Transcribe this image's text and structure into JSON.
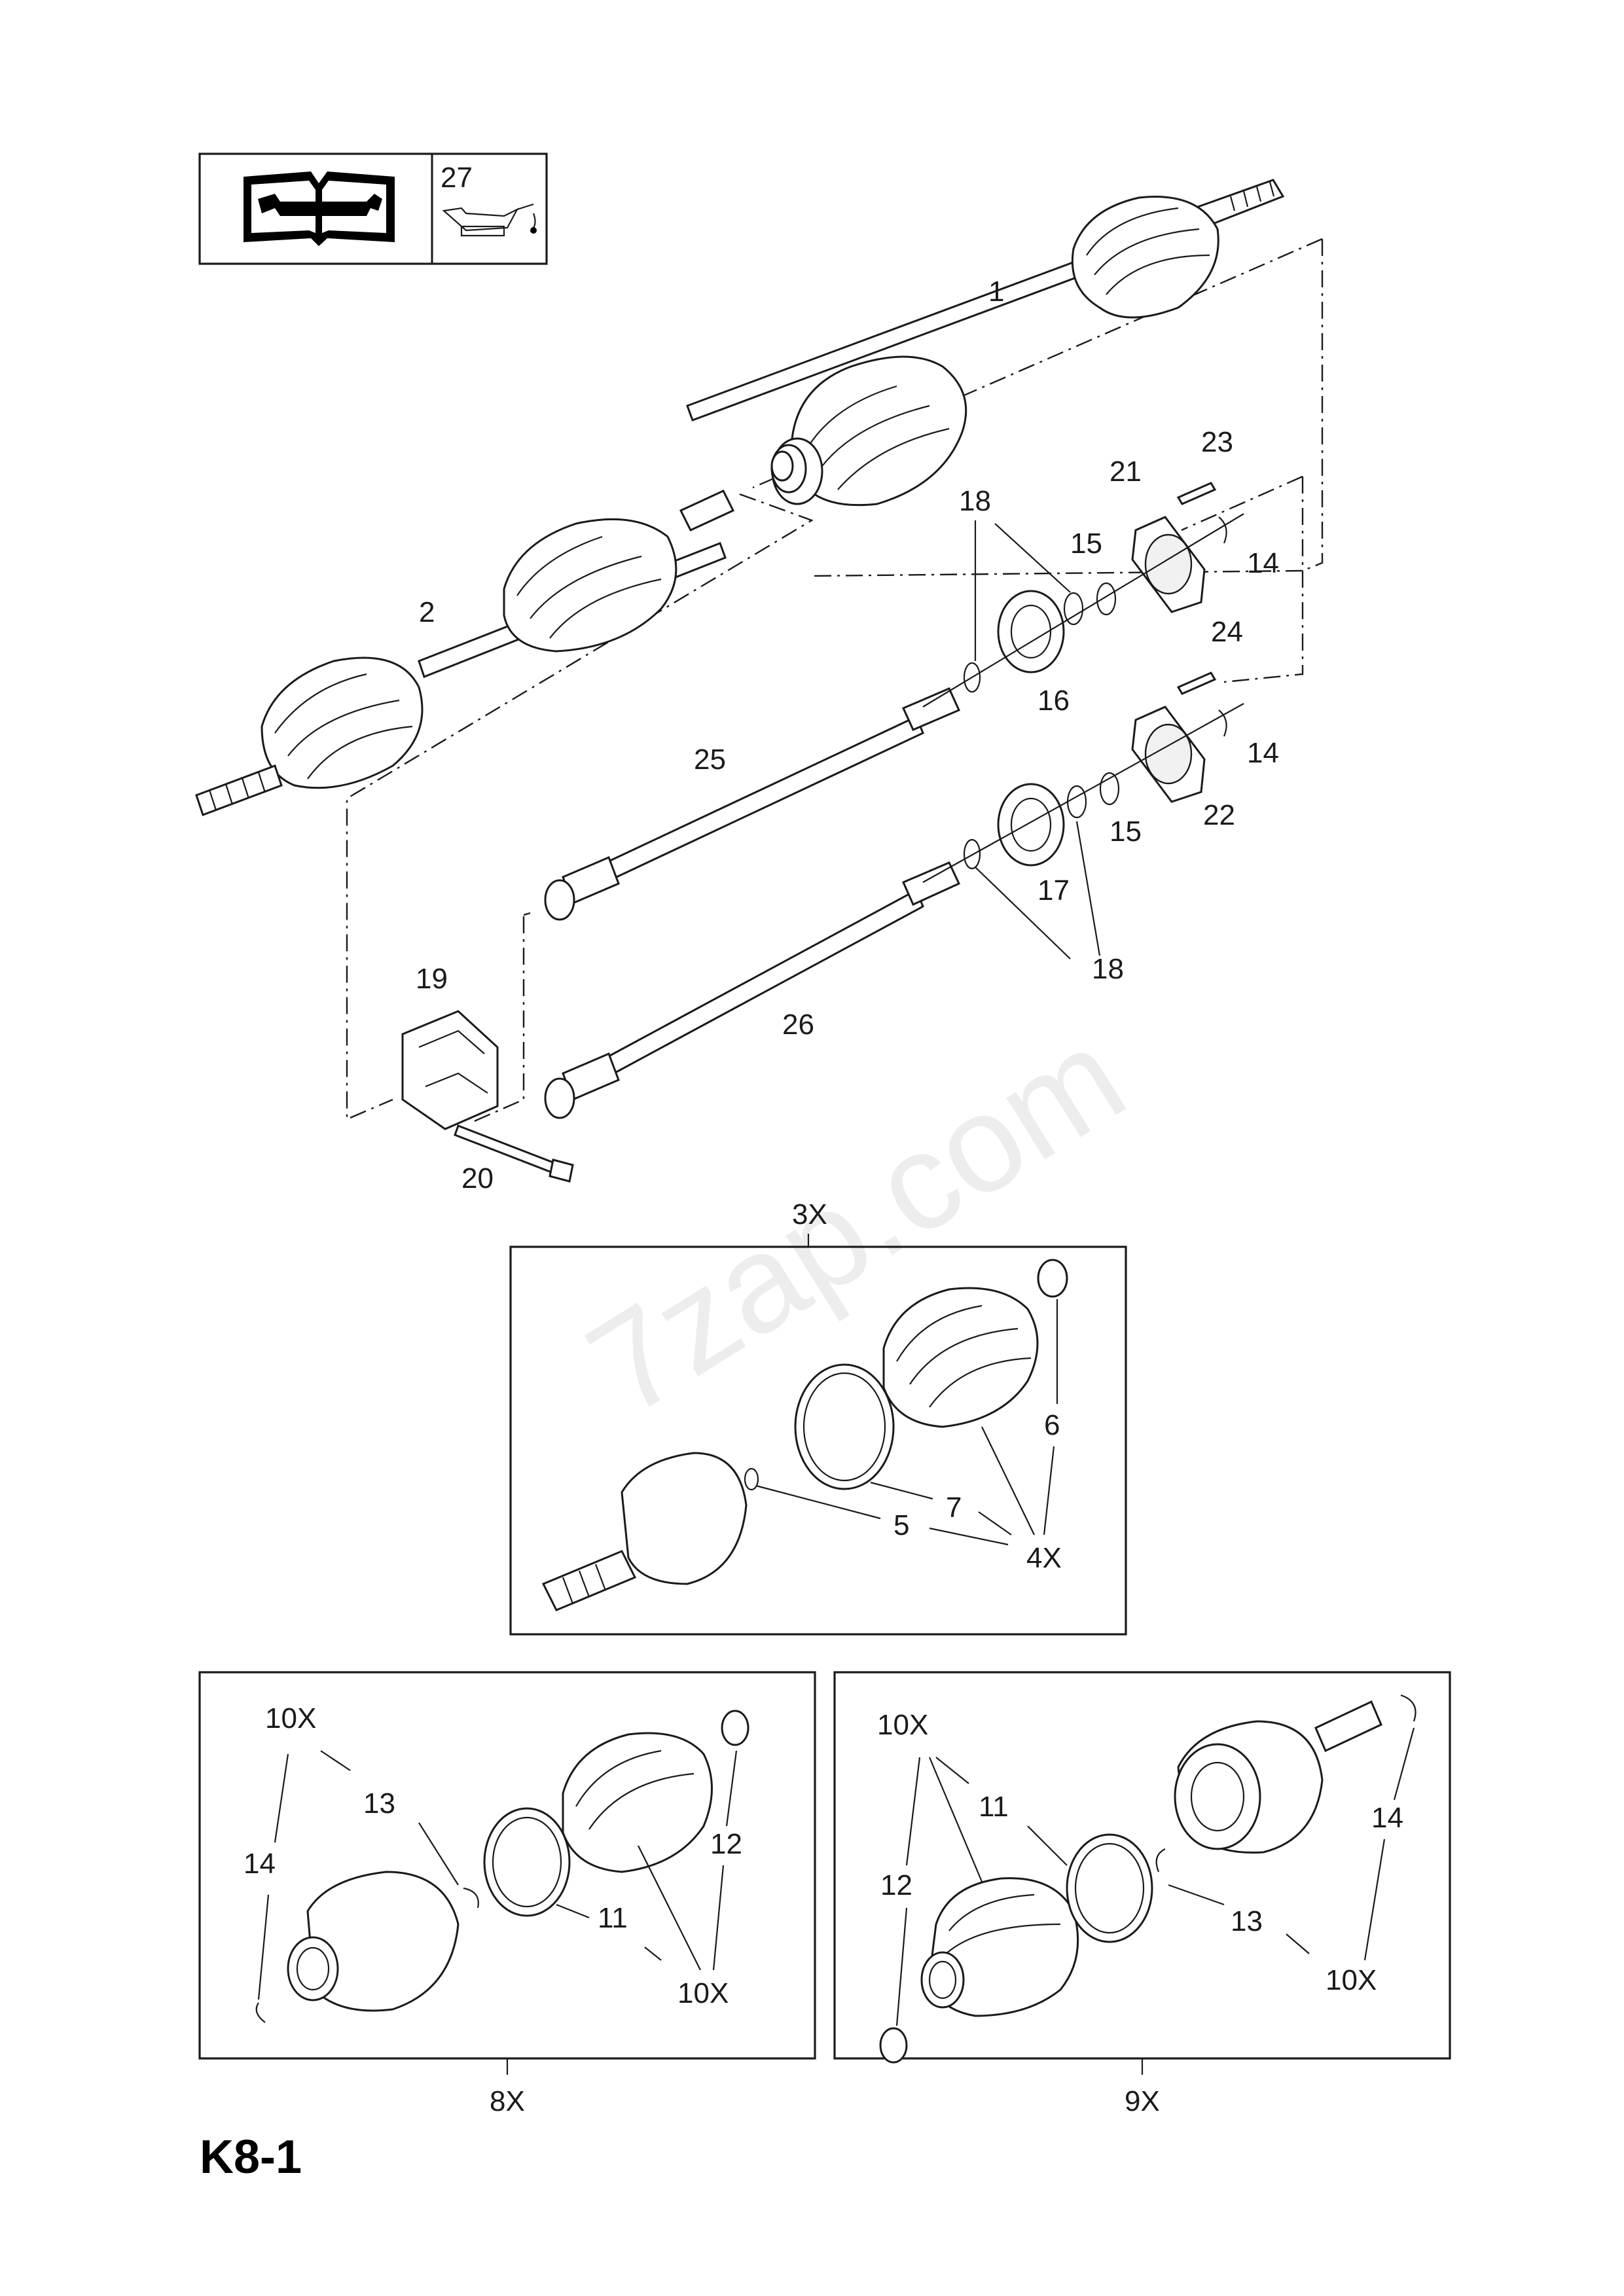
{
  "header_box": {
    "number": "27",
    "book_icon": "repair-manual-icon",
    "oil_icon": "oil-can-icon"
  },
  "page_code": "K8-1",
  "watermark": "7zap.com",
  "labels": {
    "l1": "1",
    "l2": "2",
    "l14a": "14",
    "l14b": "14",
    "l15a": "15",
    "l15b": "15",
    "l16": "16",
    "l17": "17",
    "l18a": "18",
    "l18b": "18",
    "l19": "19",
    "l20": "20",
    "l21": "21",
    "l22": "22",
    "l23": "23",
    "l24": "24",
    "l25": "25",
    "l26": "26"
  },
  "kit_3x": {
    "title": "3X",
    "l4x": "4X",
    "l5": "5",
    "l6": "6",
    "l7": "7"
  },
  "kit_8x": {
    "title": "8X",
    "l10x_a": "10X",
    "l10x_b": "10X",
    "l11": "11",
    "l12": "12",
    "l13": "13",
    "l14": "14"
  },
  "kit_9x": {
    "title": "9X",
    "l10x_a": "10X",
    "l10x_b": "10X",
    "l11": "11",
    "l12": "12",
    "l13": "13",
    "l14": "14"
  }
}
